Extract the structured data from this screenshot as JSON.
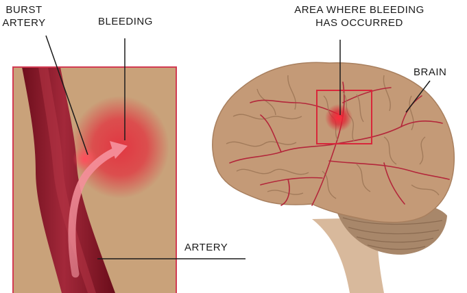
{
  "labels": {
    "burst_artery_line1": "BURST",
    "burst_artery_line2": "ARTERY",
    "bleeding": "BLEEDING",
    "area_line1": "AREA WHERE BLEEDING",
    "area_line2": "HAS OCCURRED",
    "brain": "BRAIN",
    "artery": "ARTERY"
  },
  "colors": {
    "panel_background": "#c9a27a",
    "panel_border": "#d23a52",
    "artery": "#8e1b2a",
    "blood": "#e2323f",
    "brain": "#c49a77",
    "cerebellum": "#a8876a",
    "brainstem": "#d8b99c",
    "highlight_box": "#d8263a",
    "leader_line": "#1a1a1a"
  }
}
